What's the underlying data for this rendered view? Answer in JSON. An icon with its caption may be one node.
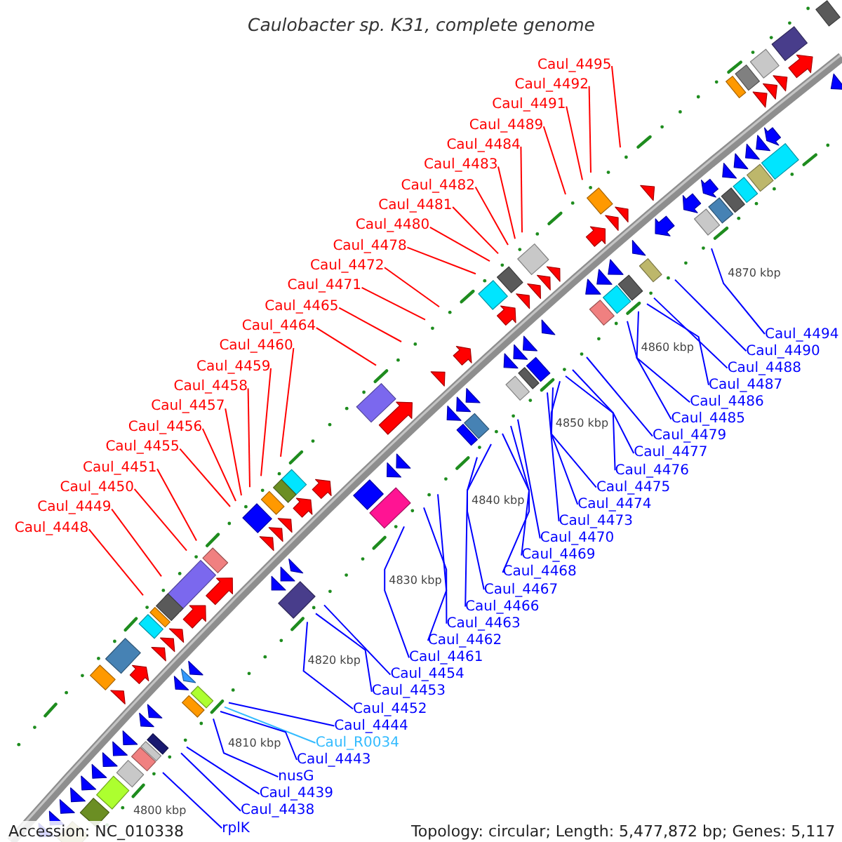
{
  "diagram": {
    "title": "Caulobacter sp. K31, complete genome",
    "nodes": [
      {
        "text": [
          "Caul_4495"
        ]
      },
      {
        "text": [
          "Caul_4492"
        ]
      },
      {
        "text": [
          "Caul_4491"
        ]
      },
      {
        "text": [
          "Caul_4489"
        ]
      },
      {
        "text": [
          "Caul_4484"
        ]
      },
      {
        "text": [
          "Caul_4483"
        ]
      },
      {
        "text": [
          "Caul_4482"
        ]
      },
      {
        "text": [
          "Caul_4481"
        ]
      },
      {
        "text": [
          "Caul_4480"
        ]
      },
      {
        "text": [
          "Caul_4478"
        ]
      },
      {
        "text": [
          "Caul_4472"
        ]
      },
      {
        "text": [
          "Caul_4471"
        ]
      },
      {
        "text": [
          "Caul_4465"
        ]
      },
      {
        "text": [
          "Caul_4464"
        ]
      },
      {
        "text": [
          "Caul_4460"
        ]
      },
      {
        "text": [
          "Caul_4459"
        ]
      },
      {
        "text": [
          "Caul_4458"
        ]
      },
      {
        "text": [
          "Caul_4457"
        ]
      },
      {
        "text": [
          "Caul_4456"
        ]
      },
      {
        "text": [
          "Caul_4455"
        ]
      },
      {
        "text": [
          "Caul_4451"
        ]
      },
      {
        "text": [
          "Caul_4450"
        ]
      },
      {
        "text": [
          "Caul_4449"
        ]
      },
      {
        "text": [
          "Caul_4448"
        ]
      },
      {
        "text": [
          "Caul_4494"
        ]
      },
      {
        "text": [
          "Caul_4490"
        ]
      },
      {
        "text": [
          "Caul_4488"
        ]
      },
      {
        "text": [
          "Caul_4487"
        ]
      },
      {
        "text": [
          "Caul_4486"
        ]
      },
      {
        "text": [
          "Caul_4485"
        ]
      },
      {
        "text": [
          "Caul_4479"
        ]
      },
      {
        "text": [
          "Caul_4477"
        ]
      },
      {
        "text": [
          "Caul_4476"
        ]
      },
      {
        "text": [
          "Caul_4475"
        ]
      },
      {
        "text": [
          "Caul_4474"
        ]
      },
      {
        "text": [
          "Caul_4473"
        ]
      },
      {
        "text": [
          "Caul_4470"
        ]
      },
      {
        "text": [
          "Caul_4469"
        ]
      },
      {
        "text": [
          "Caul_4468"
        ]
      },
      {
        "text": [
          "Caul_4467"
        ]
      },
      {
        "text": [
          "Caul_4466"
        ]
      },
      {
        "text": [
          "Caul_4463"
        ]
      },
      {
        "text": [
          "Caul_4462"
        ]
      },
      {
        "text": [
          "Caul_4461"
        ]
      },
      {
        "text": [
          "Caul_4454"
        ]
      },
      {
        "text": [
          "Caul_4453"
        ]
      },
      {
        "text": [
          "Caul_4452"
        ]
      },
      {
        "text": [
          "Caul_4444"
        ]
      },
      {
        "text": [
          "Caul_R0034"
        ]
      },
      {
        "text": [
          "Caul_4443"
        ]
      },
      {
        "text": [
          "nusG"
        ]
      },
      {
        "text": [
          "Caul_4439"
        ]
      },
      {
        "text": [
          "Caul_4438"
        ]
      },
      {
        "text": [
          "rplK"
        ]
      }
    ],
    "edges": [
      {
        "from": 0,
        "to": null,
        "arrow": "none",
        "color": "#ff0000"
      },
      {
        "from": 1,
        "to": null,
        "arrow": "none",
        "color": "#ff0000"
      },
      {
        "from": 2,
        "to": null,
        "arrow": "none",
        "color": "#ff0000"
      },
      {
        "from": 3,
        "to": null,
        "arrow": "none",
        "color": "#ff0000"
      },
      {
        "from": 4,
        "to": null,
        "arrow": "none",
        "color": "#ff0000"
      },
      {
        "from": 5,
        "to": null,
        "arrow": "none",
        "color": "#ff0000"
      },
      {
        "from": 6,
        "to": null,
        "arrow": "none",
        "color": "#ff0000"
      },
      {
        "from": 7,
        "to": null,
        "arrow": "none",
        "color": "#ff0000"
      },
      {
        "from": 8,
        "to": null,
        "arrow": "none",
        "color": "#ff0000"
      },
      {
        "from": 9,
        "to": null,
        "arrow": "none",
        "color": "#ff0000"
      },
      {
        "from": 10,
        "to": null,
        "arrow": "none",
        "color": "#ff0000"
      },
      {
        "from": 11,
        "to": null,
        "arrow": "none",
        "color": "#ff0000"
      },
      {
        "from": 12,
        "to": null,
        "arrow": "none",
        "color": "#ff0000"
      },
      {
        "from": 13,
        "to": null,
        "arrow": "none",
        "color": "#ff0000"
      },
      {
        "from": 14,
        "to": null,
        "arrow": "none",
        "color": "#ff0000"
      },
      {
        "from": 15,
        "to": null,
        "arrow": "none",
        "color": "#ff0000"
      },
      {
        "from": 16,
        "to": null,
        "arrow": "none",
        "color": "#ff0000"
      },
      {
        "from": 17,
        "to": null,
        "arrow": "none",
        "color": "#ff0000"
      },
      {
        "from": 18,
        "to": null,
        "arrow": "none",
        "color": "#ff0000"
      },
      {
        "from": 19,
        "to": null,
        "arrow": "none",
        "color": "#ff0000"
      },
      {
        "from": 20,
        "to": null,
        "arrow": "none",
        "color": "#ff0000"
      },
      {
        "from": 21,
        "to": null,
        "arrow": "none",
        "color": "#ff0000"
      },
      {
        "from": 22,
        "to": null,
        "arrow": "none",
        "color": "#ff0000"
      },
      {
        "from": 23,
        "to": null,
        "arrow": "none",
        "color": "#ff0000"
      },
      {
        "from": 24,
        "to": null,
        "arrow": "none"
      },
      {
        "from": 25,
        "to": null,
        "arrow": "none"
      },
      {
        "from": 26,
        "to": null,
        "arrow": "none"
      },
      {
        "from": 27,
        "to": null,
        "arrow": "none"
      },
      {
        "from": 28,
        "to": null,
        "arrow": "none"
      },
      {
        "from": 29,
        "to": null,
        "arrow": "none"
      },
      {
        "from": 30,
        "to": null,
        "arrow": "none"
      },
      {
        "from": 31,
        "to": null,
        "arrow": "none"
      },
      {
        "from": 32,
        "to": null,
        "arrow": "none"
      },
      {
        "from": 33,
        "to": null,
        "arrow": "none"
      },
      {
        "from": 34,
        "to": null,
        "arrow": "none"
      },
      {
        "from": 35,
        "to": null,
        "arrow": "none"
      },
      {
        "from": 36,
        "to": null,
        "arrow": "none"
      },
      {
        "from": 37,
        "to": null,
        "arrow": "none"
      },
      {
        "from": 38,
        "to": null,
        "arrow": "none"
      },
      {
        "from": 39,
        "to": null,
        "arrow": "none"
      },
      {
        "from": 40,
        "to": null,
        "arrow": "none"
      },
      {
        "from": 41,
        "to": null,
        "arrow": "none"
      },
      {
        "from": 42,
        "to": null,
        "arrow": "none"
      },
      {
        "from": 43,
        "to": null,
        "arrow": "none"
      },
      {
        "from": 44,
        "to": null,
        "arrow": "none"
      },
      {
        "from": 45,
        "to": null,
        "arrow": "none"
      },
      {
        "from": 46,
        "to": null,
        "arrow": "none"
      },
      {
        "from": 47,
        "to": null,
        "arrow": "none"
      },
      {
        "from": 48,
        "to": null,
        "arrow": "none",
        "color": "#33bbff"
      },
      {
        "from": 49,
        "to": null,
        "arrow": "none"
      },
      {
        "from": 50,
        "to": null,
        "arrow": "none"
      },
      {
        "from": 51,
        "to": null,
        "arrow": "none"
      },
      {
        "from": 52,
        "to": null,
        "arrow": "none"
      },
      {
        "from": 53,
        "to": null,
        "arrow": "none"
      }
    ],
    "labels": [
      "4870 kbp",
      "4860 kbp",
      "4850 kbp",
      "4840 kbp",
      "4830 kbp",
      "4820 kbp",
      "4810 kbp",
      "4800 kbp",
      "Accession: NC_010338",
      "Topology: circular; Length: 5,477,872 bp; Genes: 5,117"
    ]
  }
}
